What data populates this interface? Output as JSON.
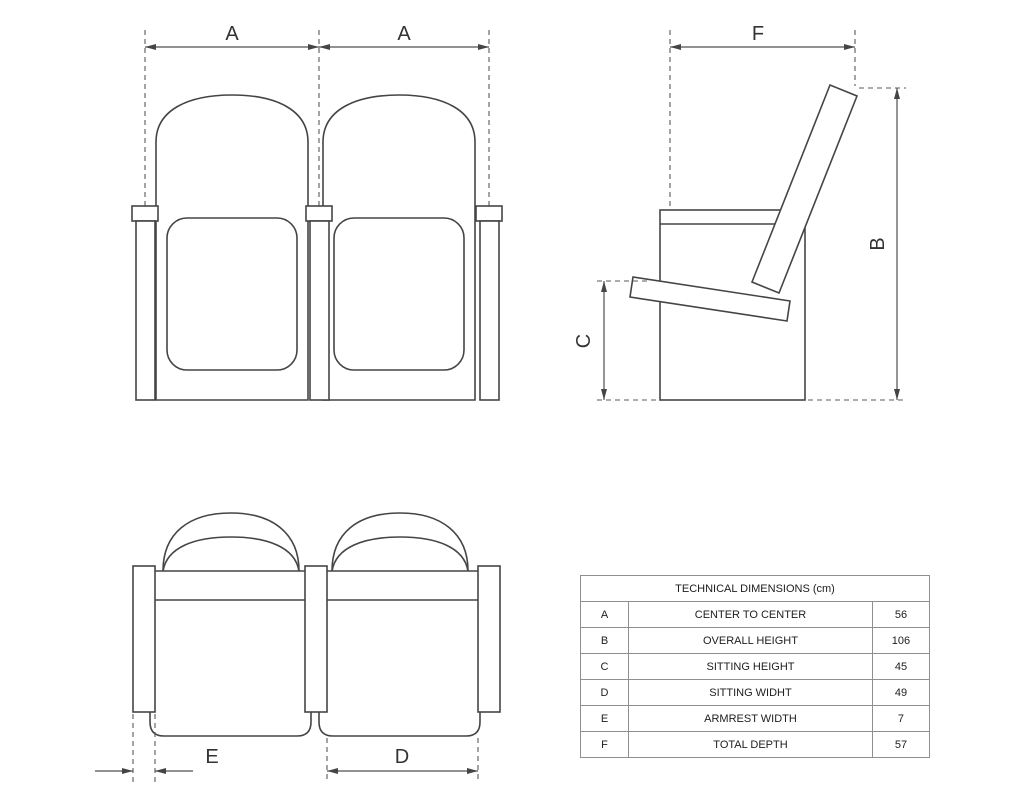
{
  "diagram": {
    "front_view": {
      "dim_labels": [
        "A",
        "A"
      ]
    },
    "side_view": {
      "dim_f": "F",
      "dim_b": "B",
      "dim_c": "C"
    },
    "bottom_view": {
      "dim_e": "E",
      "dim_d": "D"
    }
  },
  "table": {
    "title": "TECHNICAL DIMENSIONS (cm)",
    "rows": [
      {
        "key": "A",
        "label": "CENTER TO CENTER",
        "value": "56"
      },
      {
        "key": "B",
        "label": "OVERALL HEIGHT",
        "value": "106"
      },
      {
        "key": "C",
        "label": "SITTING HEIGHT",
        "value": "45"
      },
      {
        "key": "D",
        "label": "SITTING WIDHT",
        "value": "49"
      },
      {
        "key": "E",
        "label": "ARMREST WIDTH",
        "value": "7"
      },
      {
        "key": "F",
        "label": "TOTAL DEPTH",
        "value": "57"
      }
    ]
  }
}
